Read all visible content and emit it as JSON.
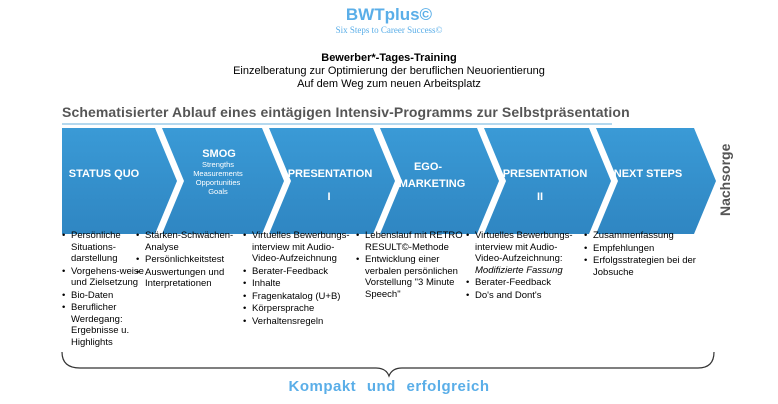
{
  "brand": {
    "title": "BWTplus©",
    "subtitle": "Six Steps to Career Success©"
  },
  "heading": {
    "line1": "Bewerber*-Tages-Training",
    "line2": "Einzelberatung zur Optimierung der beruflichen Neuorientierung",
    "line3": "Auf dem Weg zum neuen Arbeitsplatz"
  },
  "section_title": "Schematisierter Ablauf eines eintägigen Intensiv-Programms zur Selbstpräsentation",
  "steps": [
    {
      "title": "STATUS QUO"
    },
    {
      "title": "SMOG",
      "sub1": "Strengths",
      "sub2": "Measurements",
      "sub3": "Opportunities",
      "sub4": "Goals"
    },
    {
      "title": "PRESENTATION",
      "title2": "I"
    },
    {
      "title": "EGO-",
      "title2": "MARKETING"
    },
    {
      "title": "PRESENTATION",
      "title2": "II"
    },
    {
      "title": "NEXT STEPS"
    }
  ],
  "side_label": "Nachsorge",
  "columns": [
    {
      "items": [
        "Persönliche Situations-darstellung",
        "Vorgehens-weise und Zielsetzung",
        "Bio-Daten",
        "Beruflicher Werdegang: Ergebnisse u. Highlights"
      ]
    },
    {
      "items": [
        "Stärken-Schwächen-Analyse",
        "Persönlichkeitstest",
        "Auswertungen und Interpretationen"
      ]
    },
    {
      "items": [
        "Virtuelles Bewerbungs-interview mit Audio-Video-Aufzeichnung",
        "Berater-Feedback",
        "Inhalte",
        "Fragenkatalog (U+B)",
        "Körpersprache",
        "Verhaltensregeln"
      ]
    },
    {
      "items": [
        "Lebenslauf mit RETRO RESULT©-Methode",
        "Entwicklung einer verbalen persönlichen Vorstellung \"3 Minute Speech\""
      ]
    },
    {
      "items": [
        "Virtuelles Bewerbungs-interview mit Audio-Video-Aufzeichnung:",
        "Berater-Feedback",
        "Do's and Dont's"
      ],
      "italic_line": "Modifizierte Fassung"
    },
    {
      "items": [
        "Zusammenfassung",
        "Empfehlungen",
        "Erfolgsstrategien bei der Jobsuche"
      ]
    }
  ],
  "footer": "Kompakt und erfolgreich",
  "colors": {
    "arrow": "#3a9ad6",
    "accent": "#5aaee8"
  }
}
